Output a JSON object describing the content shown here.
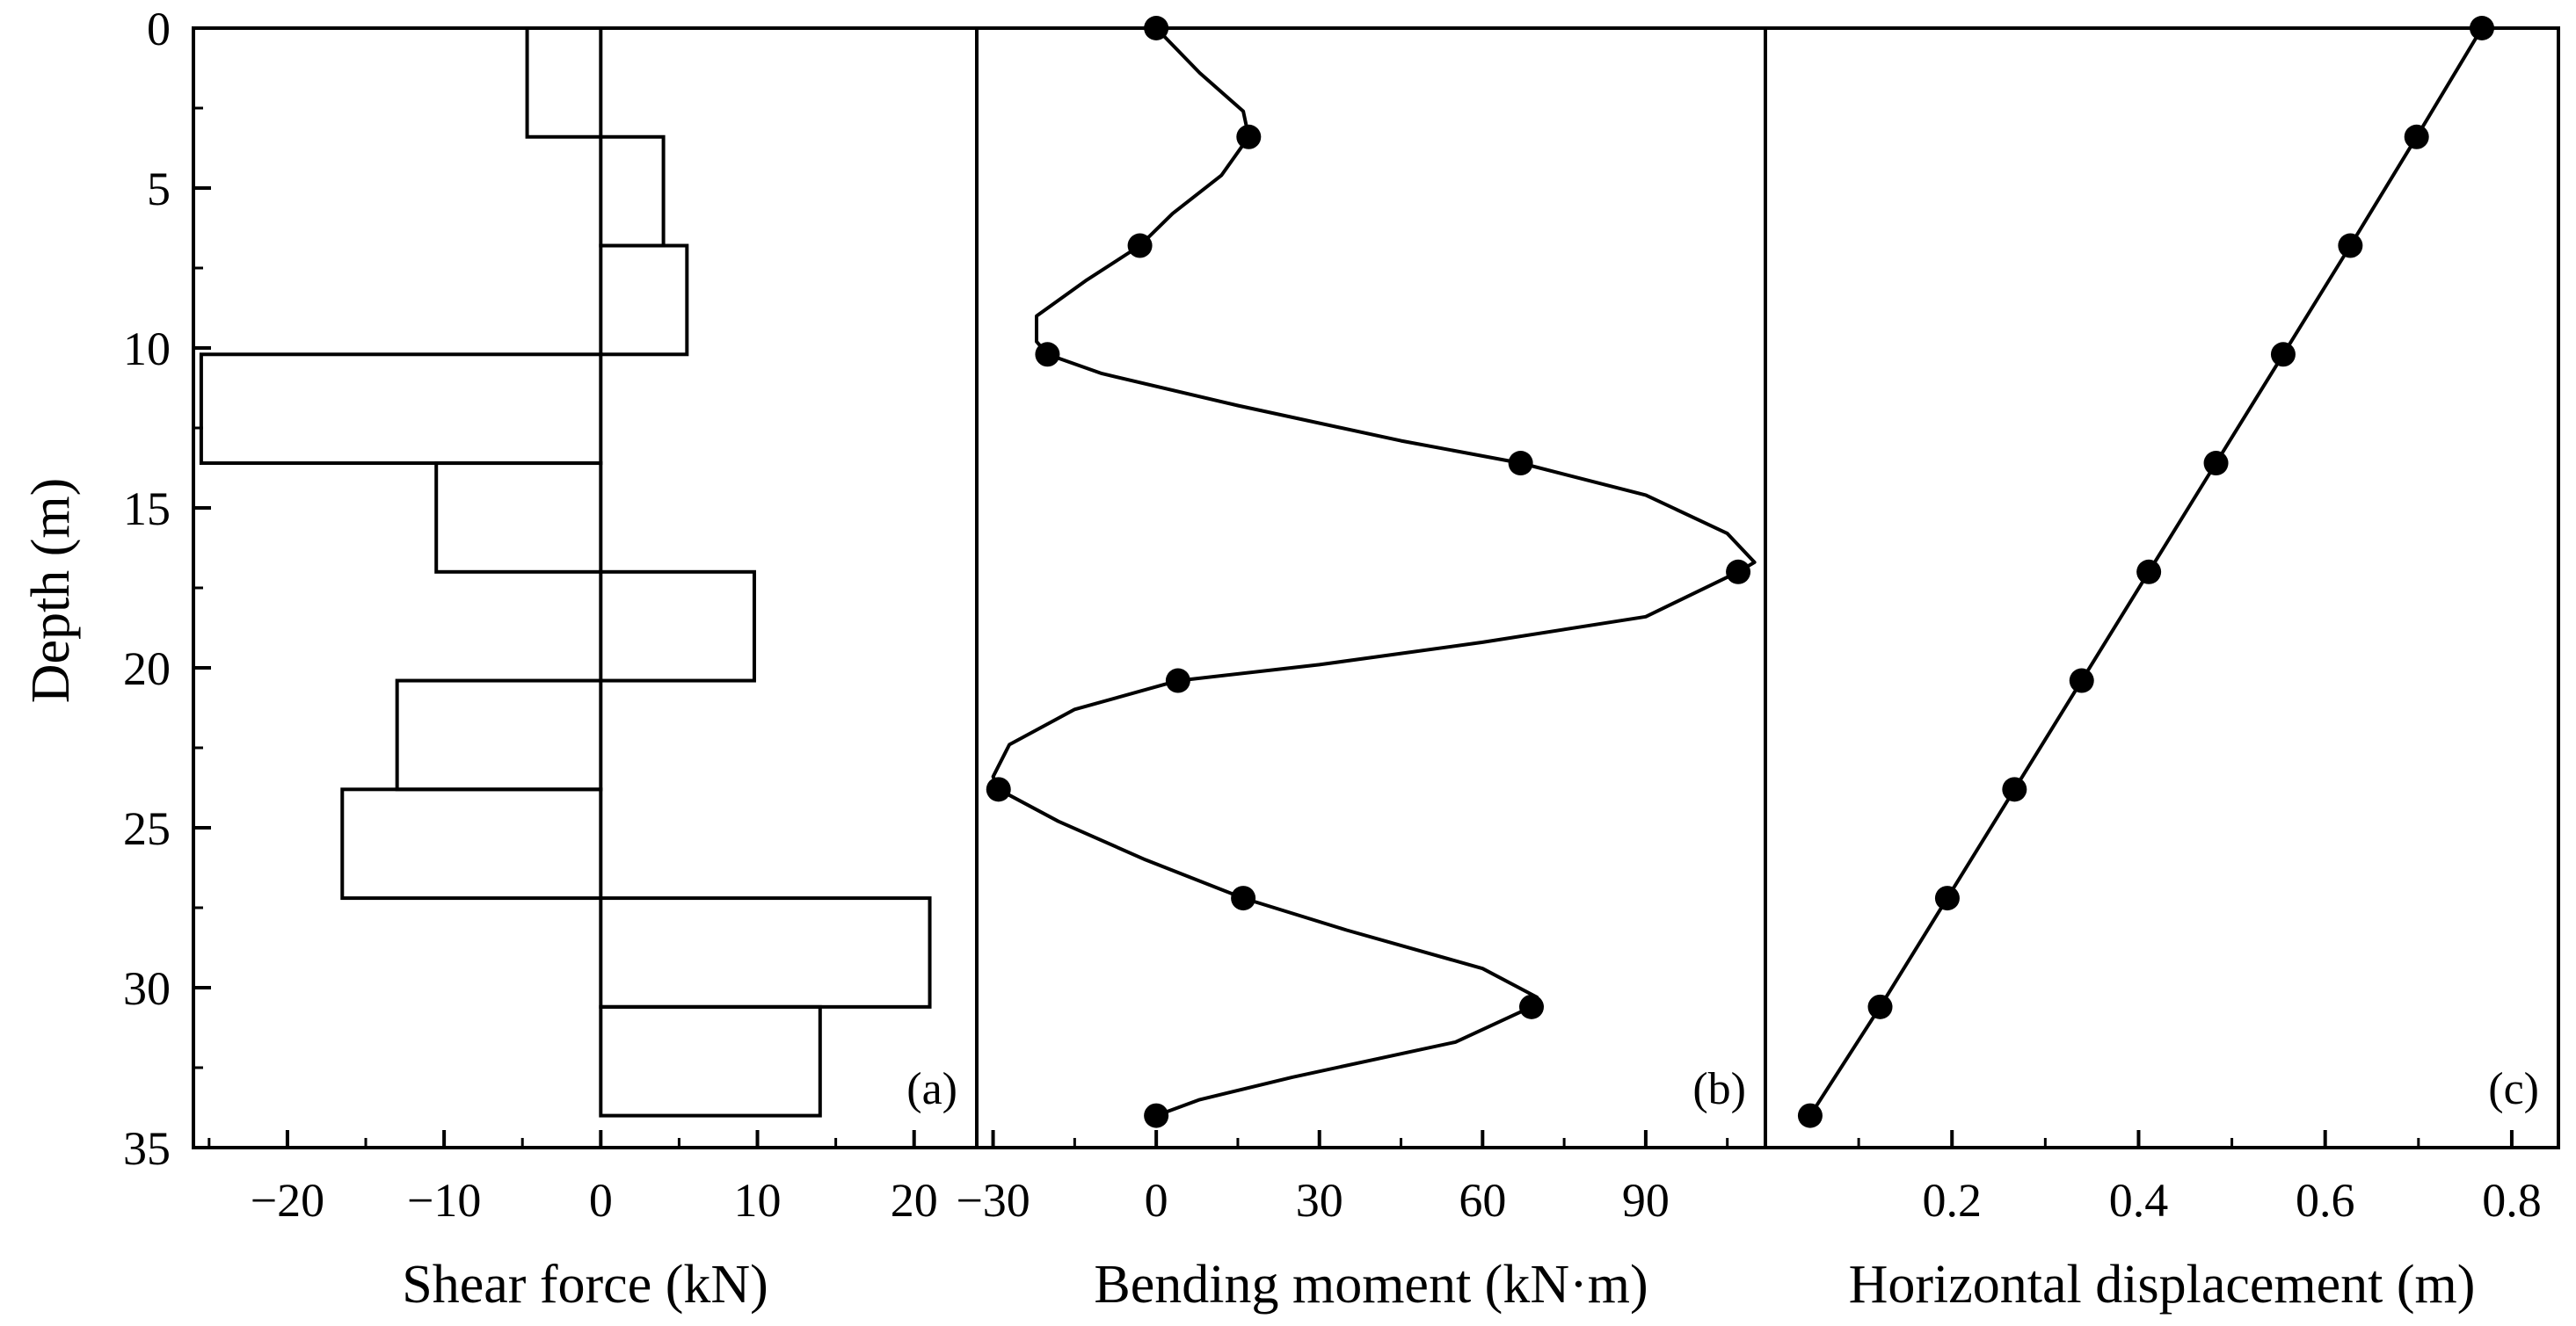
{
  "shared": {
    "ylabel": "Depth (m)",
    "ylim": [
      0,
      35
    ],
    "yticks": [
      0,
      5,
      10,
      15,
      20,
      25,
      30,
      35
    ]
  },
  "chart_data": [
    {
      "type": "bar",
      "panel_label": "(a)",
      "xlabel": "Shear force (kN)",
      "xlim": [
        -26,
        24
      ],
      "xticks": [
        -20,
        -10,
        0,
        10,
        20
      ],
      "xtick_labels": [
        "−20",
        "−10",
        "0",
        "10",
        "20"
      ],
      "segments": [
        {
          "top": 0.0,
          "bottom": 3.4,
          "value": -4.7
        },
        {
          "top": 3.4,
          "bottom": 6.8,
          "value": 4.0
        },
        {
          "top": 6.8,
          "bottom": 10.2,
          "value": 5.5
        },
        {
          "top": 10.2,
          "bottom": 13.6,
          "value": -25.5
        },
        {
          "top": 13.6,
          "bottom": 17.0,
          "value": -10.5
        },
        {
          "top": 17.0,
          "bottom": 20.4,
          "value": 9.8
        },
        {
          "top": 20.4,
          "bottom": 23.8,
          "value": -13.0
        },
        {
          "top": 23.8,
          "bottom": 27.2,
          "value": -16.5
        },
        {
          "top": 27.2,
          "bottom": 30.6,
          "value": 21.0
        },
        {
          "top": 30.6,
          "bottom": 34.0,
          "value": 14.0
        }
      ]
    },
    {
      "type": "line",
      "panel_label": "(b)",
      "xlabel": "Bending moment (kN·m)",
      "xlim": [
        -33,
        112
      ],
      "xticks": [
        -30,
        0,
        30,
        60,
        90
      ],
      "xtick_labels": [
        "−30",
        "0",
        "30",
        "60",
        "90"
      ],
      "points": [
        {
          "x": 0,
          "y": 0.0
        },
        {
          "x": 17,
          "y": 3.4
        },
        {
          "x": -3,
          "y": 6.8
        },
        {
          "x": -20,
          "y": 10.2
        },
        {
          "x": 67,
          "y": 13.6
        },
        {
          "x": 107,
          "y": 17.0
        },
        {
          "x": 4,
          "y": 20.4
        },
        {
          "x": -29,
          "y": 23.8
        },
        {
          "x": 16,
          "y": 27.2
        },
        {
          "x": 69,
          "y": 30.6
        },
        {
          "x": 0,
          "y": 34.0
        }
      ],
      "curve": [
        {
          "x": 0,
          "y": 0.0
        },
        {
          "x": 8,
          "y": 1.4
        },
        {
          "x": 16,
          "y": 2.6
        },
        {
          "x": 17,
          "y": 3.4
        },
        {
          "x": 12,
          "y": 4.6
        },
        {
          "x": 3,
          "y": 5.8
        },
        {
          "x": -3,
          "y": 6.8
        },
        {
          "x": -13,
          "y": 7.9
        },
        {
          "x": -22,
          "y": 9.0
        },
        {
          "x": -22,
          "y": 9.8
        },
        {
          "x": -20,
          "y": 10.2
        },
        {
          "x": -10,
          "y": 10.8
        },
        {
          "x": 15,
          "y": 11.8
        },
        {
          "x": 45,
          "y": 12.9
        },
        {
          "x": 67,
          "y": 13.6
        },
        {
          "x": 90,
          "y": 14.6
        },
        {
          "x": 105,
          "y": 15.8
        },
        {
          "x": 110,
          "y": 16.7
        },
        {
          "x": 107,
          "y": 17.0
        },
        {
          "x": 90,
          "y": 18.4
        },
        {
          "x": 60,
          "y": 19.2
        },
        {
          "x": 30,
          "y": 19.9
        },
        {
          "x": 4,
          "y": 20.4
        },
        {
          "x": -15,
          "y": 21.3
        },
        {
          "x": -27,
          "y": 22.4
        },
        {
          "x": -30,
          "y": 23.4
        },
        {
          "x": -29,
          "y": 23.8
        },
        {
          "x": -18,
          "y": 24.8
        },
        {
          "x": -2,
          "y": 26.0
        },
        {
          "x": 16,
          "y": 27.2
        },
        {
          "x": 35,
          "y": 28.2
        },
        {
          "x": 60,
          "y": 29.4
        },
        {
          "x": 70,
          "y": 30.3
        },
        {
          "x": 69,
          "y": 30.6
        },
        {
          "x": 55,
          "y": 31.7
        },
        {
          "x": 25,
          "y": 32.8
        },
        {
          "x": 8,
          "y": 33.5
        },
        {
          "x": 0,
          "y": 34.0
        }
      ]
    },
    {
      "type": "line",
      "panel_label": "(c)",
      "xlabel": "Horizontal displacement (m)",
      "xlim": [
        0.0,
        0.85
      ],
      "xticks": [
        0.2,
        0.4,
        0.6,
        0.8
      ],
      "xtick_labels": [
        "0.2",
        "0.4",
        "0.6",
        "0.8"
      ],
      "points": [
        {
          "x": 0.768,
          "y": 0.0
        },
        {
          "x": 0.698,
          "y": 3.4
        },
        {
          "x": 0.627,
          "y": 6.8
        },
        {
          "x": 0.555,
          "y": 10.2
        },
        {
          "x": 0.483,
          "y": 13.6
        },
        {
          "x": 0.411,
          "y": 17.0
        },
        {
          "x": 0.339,
          "y": 20.4
        },
        {
          "x": 0.267,
          "y": 23.8
        },
        {
          "x": 0.195,
          "y": 27.2
        },
        {
          "x": 0.123,
          "y": 30.6
        },
        {
          "x": 0.048,
          "y": 34.0
        }
      ]
    }
  ]
}
